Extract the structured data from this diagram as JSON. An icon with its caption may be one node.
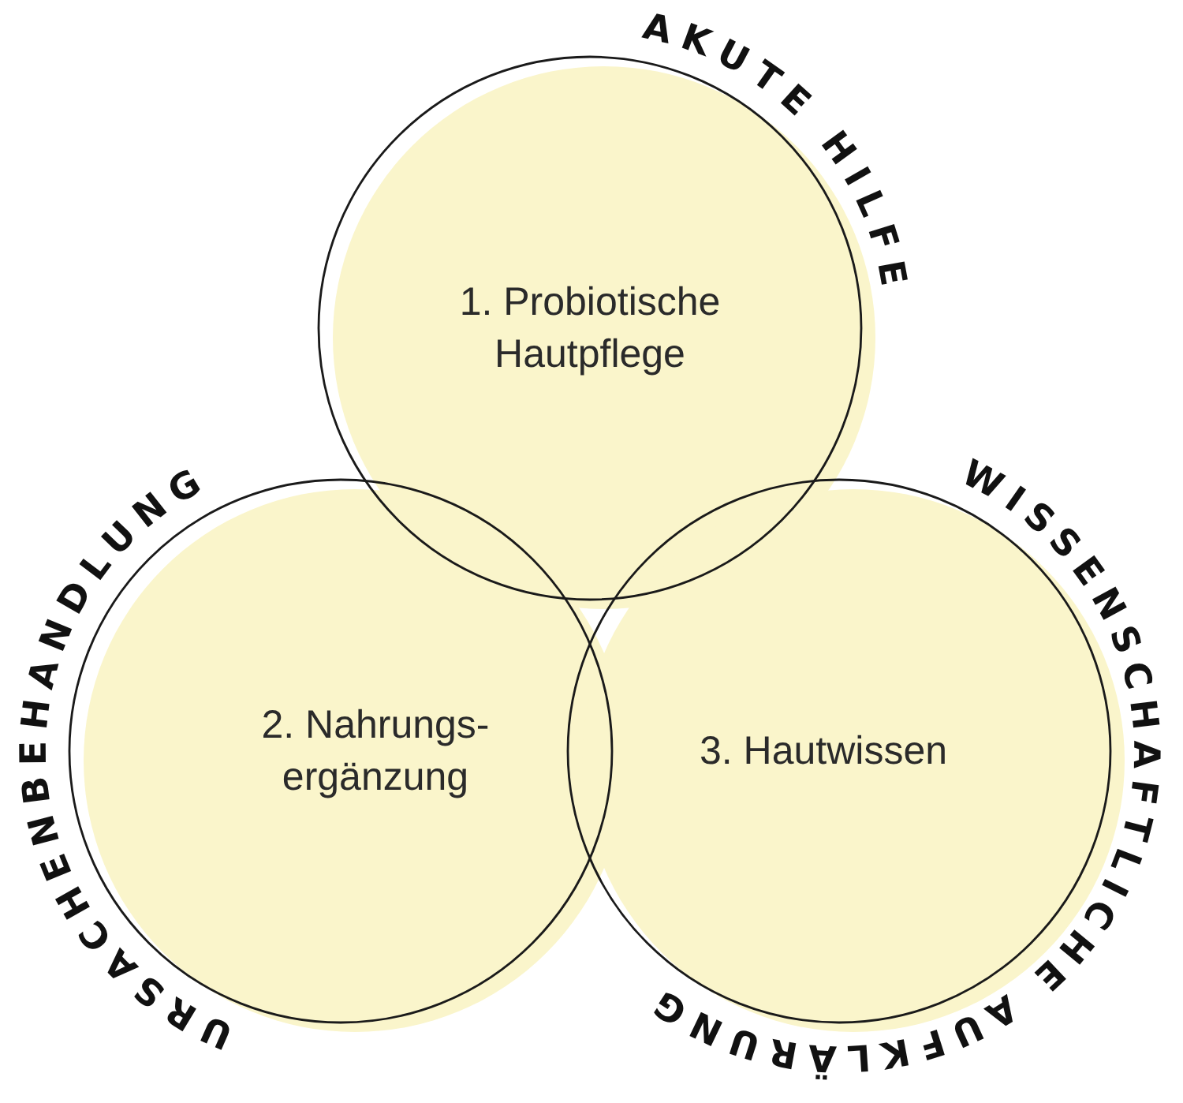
{
  "diagram": {
    "nodes": [
      {
        "text": [
          "AKUTE HILFE",
          "1. Probiotische Hautpflege"
        ]
      },
      {
        "text": [
          "URSACHENBEHANDLUNG",
          "2. Nahrungs- ergänzung"
        ]
      },
      {
        "text": [
          "WISSENSCHAFTLICHE AUFKLÄRUNG",
          "3. Hautwissen"
        ]
      }
    ],
    "edges": []
  }
}
